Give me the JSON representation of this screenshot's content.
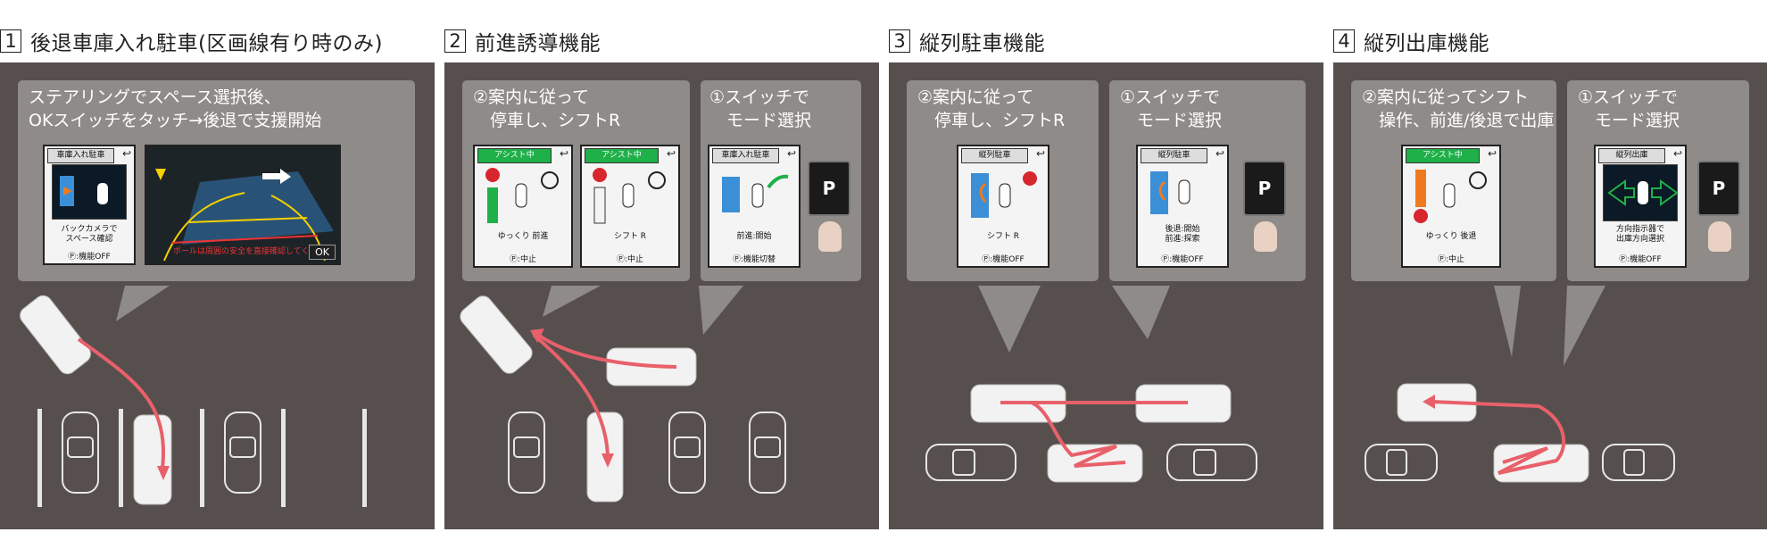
{
  "sections": [
    {
      "num": "1",
      "title": "後退車庫入れ駐車(区画線有り時のみ)"
    },
    {
      "num": "2",
      "title": "前進誘導機能"
    },
    {
      "num": "3",
      "title": "縦列駐車機能"
    },
    {
      "num": "4",
      "title": "縦列出庫機能"
    }
  ],
  "panel1": {
    "bubble": "ステアリングでスペース選択後、\nOKスイッチをタッチ→後退で支援開始",
    "screen": {
      "title": "車庫入れ駐車",
      "caption": "バックカメラで\nスペース確認",
      "footer": "Ⓟ:機能OFF"
    },
    "camera": {
      "ok": "OK",
      "warning": "ポールは周囲の安全を直接確認してください"
    }
  },
  "panel2": {
    "bubble_left": "②案内に従って\n　停車し、シフトR",
    "bubble_right": "①スイッチで\n　モード選択",
    "screen_a": {
      "title": "アシスト中",
      "caption": "ゆっくり 前進",
      "footer": "Ⓟ:中止"
    },
    "screen_b": {
      "title": "アシスト中",
      "caption": "シフト R",
      "footer": "Ⓟ:中止"
    },
    "screen_c": {
      "title": "車庫入れ駐車",
      "caption": "前進:開始",
      "footer": "Ⓟ:機能切替"
    }
  },
  "panel3": {
    "bubble_left": "②案内に従って\n　停車し、シフトR",
    "bubble_right": "①スイッチで\n　モード選択",
    "screen_a": {
      "title": "縦列駐車",
      "caption": "シフト R",
      "footer": "Ⓟ:機能OFF"
    },
    "screen_b": {
      "title": "縦列駐車",
      "caption": "後退:開始\n前進:探索",
      "footer": "Ⓟ:機能OFF"
    }
  },
  "panel4": {
    "bubble_left": "②案内に従ってシフト\n　操作、前進/後退で出庫",
    "bubble_right": "①スイッチで\n　モード選択",
    "screen_a": {
      "title": "アシスト中",
      "caption": "ゆっくり 後退",
      "footer": "Ⓟ:中止"
    },
    "screen_b": {
      "title": "縦列出庫",
      "caption": "方向指示器で\n出庫方向選択",
      "footer": "Ⓟ:機能OFF"
    }
  },
  "switch_label": "P",
  "colors": {
    "panel_bg": "#564f4d",
    "bubble_bg": "#8f8b89",
    "path_red": "#e8606a",
    "assist_green": "#1fb04a"
  }
}
